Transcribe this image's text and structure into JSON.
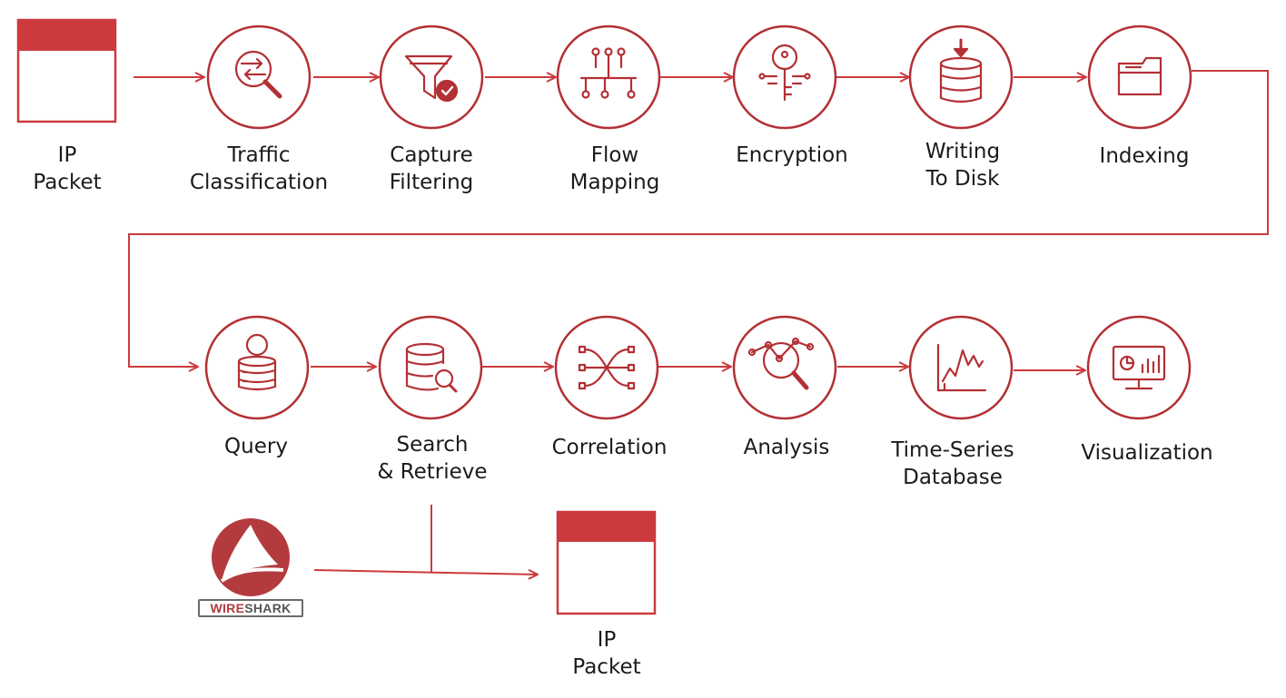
{
  "colors": {
    "accent": "#cc3a3d",
    "accent_dark": "#b33034",
    "text": "#1b1b1b"
  },
  "packet_in": {
    "line1": "IP",
    "line2": "Packet"
  },
  "packet_out": {
    "line1": "IP",
    "line2": "Packet"
  },
  "row1": [
    {
      "icon": "traffic-classification-icon",
      "line1": "Traffic",
      "line2": "Classification"
    },
    {
      "icon": "capture-filter-icon",
      "line1": "Capture",
      "line2": "Filtering"
    },
    {
      "icon": "flow-mapping-icon",
      "line1": "Flow",
      "line2": "Mapping"
    },
    {
      "icon": "encryption-key-icon",
      "line1": "Encryption",
      "line2": ""
    },
    {
      "icon": "write-disk-icon",
      "line1": "Writing",
      "line2": "To Disk"
    },
    {
      "icon": "index-folder-icon",
      "line1": "Indexing",
      "line2": ""
    }
  ],
  "row2": [
    {
      "icon": "query-database-icon",
      "line1": "Query",
      "line2": ""
    },
    {
      "icon": "search-database-icon",
      "line1": "Search",
      "line2": "& Retrieve"
    },
    {
      "icon": "correlation-icon",
      "line1": "Correlation",
      "line2": ""
    },
    {
      "icon": "analysis-icon",
      "line1": "Analysis",
      "line2": ""
    },
    {
      "icon": "time-series-chart-icon",
      "line1": "Time-Series",
      "line2": "Database"
    },
    {
      "icon": "visualization-monitor-icon",
      "line1": "Visualization",
      "line2": ""
    }
  ],
  "logo": {
    "word_a": "WIRE",
    "word_b": "SHARK"
  }
}
